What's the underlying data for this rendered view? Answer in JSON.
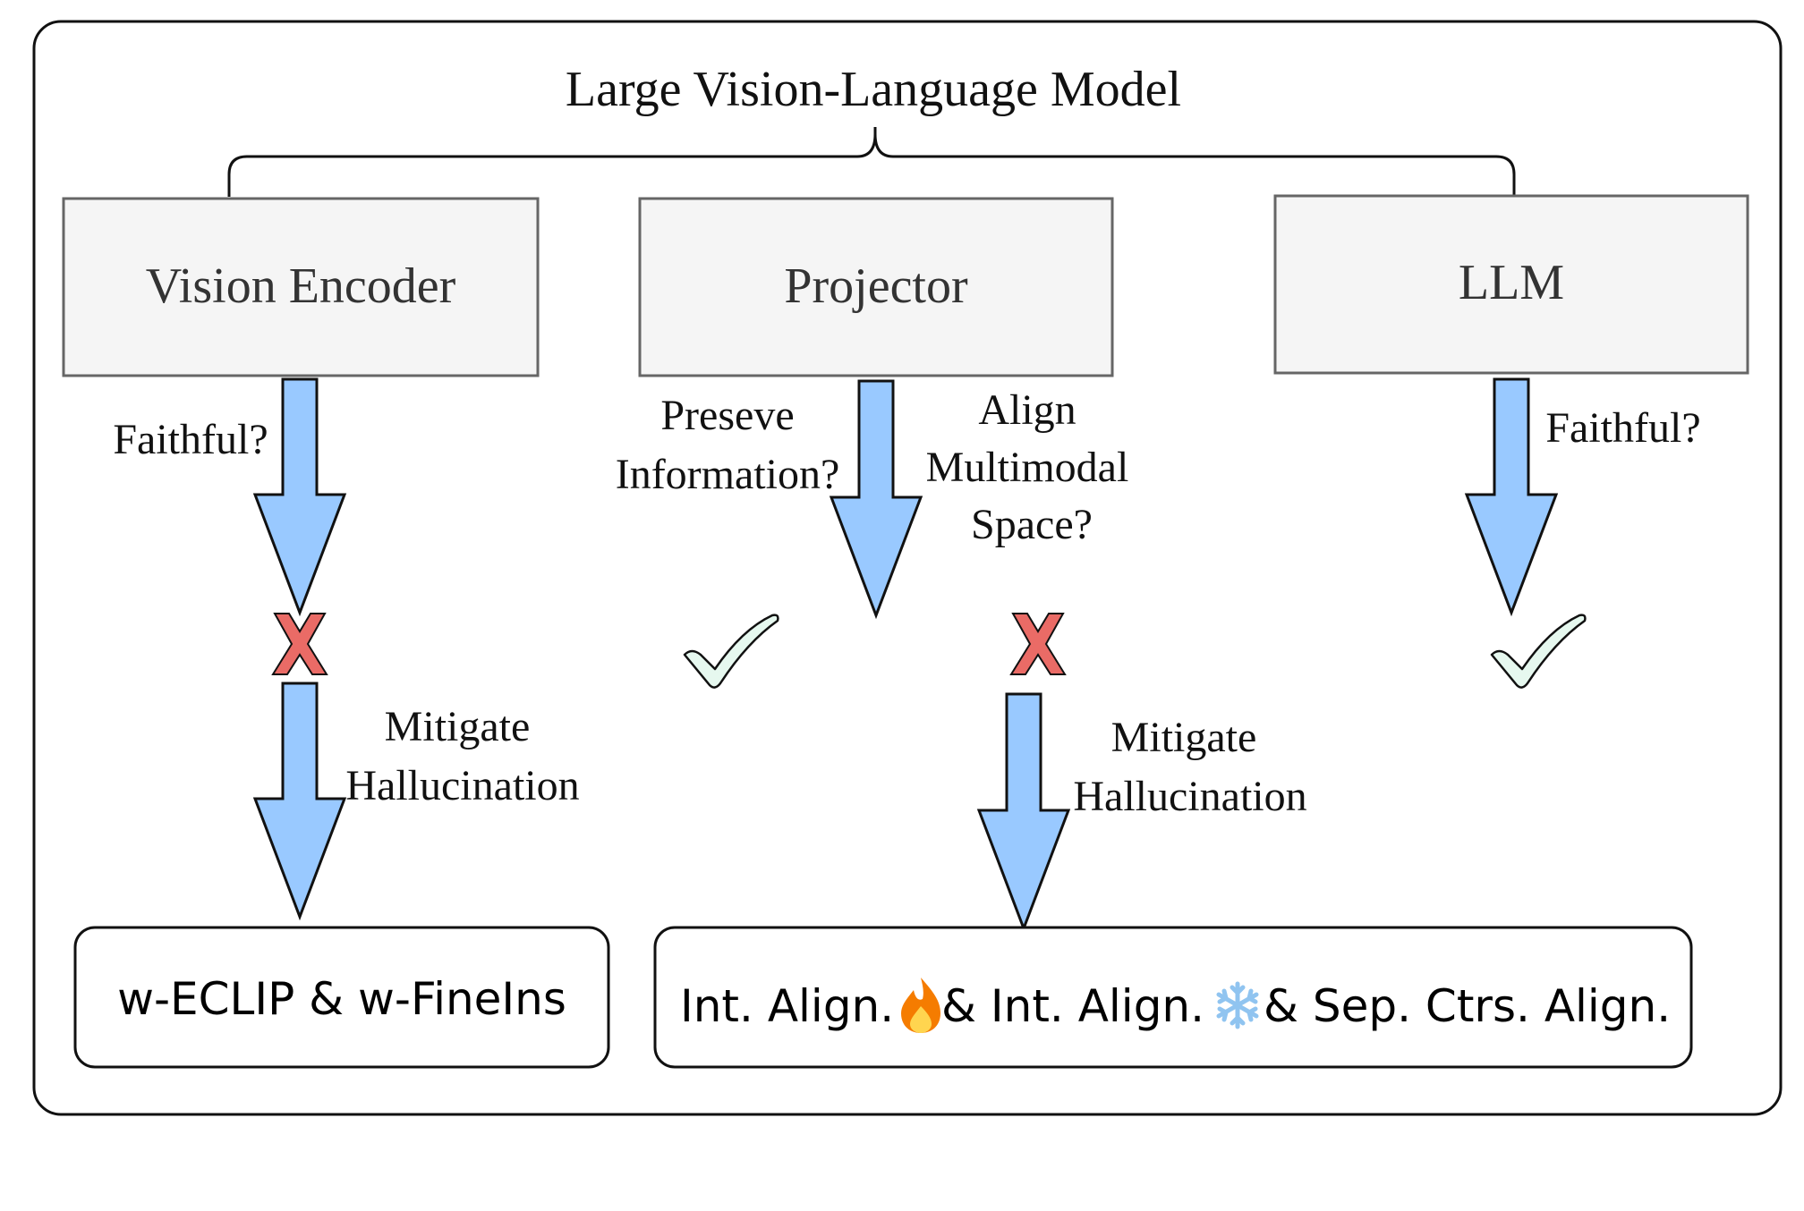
{
  "title": "Large Vision-Language Model",
  "components": {
    "vision_encoder": {
      "label": "Vision Encoder",
      "question": "Faithful?",
      "verdict": "cross"
    },
    "projector": {
      "label": "Projector",
      "question_left": [
        "Preseve",
        "Information?"
      ],
      "question_right": [
        "Align",
        "Multimodal",
        "Space?"
      ],
      "verdict_left": "check",
      "verdict_right": "cross"
    },
    "llm": {
      "label": "LLM",
      "question": "Faithful?",
      "verdict": "check"
    }
  },
  "mitigation": {
    "left_label": [
      "Mitigate",
      "Hallucination"
    ],
    "right_label": [
      "Mitigate",
      "Hallucination"
    ]
  },
  "results": {
    "left": "w-ECLIP & w-FineIns",
    "right_parts": [
      "Int. Align.",
      "& Int. Align.",
      "& Sep. Ctrs. Align."
    ],
    "right_icons": [
      "fire-icon",
      "snowflake-icon"
    ]
  },
  "colors": {
    "arrow_fill": "#99c9ff",
    "box_fill": "#f5f5f5",
    "cross": "#ea6b66",
    "check": "#e6f8ef"
  }
}
